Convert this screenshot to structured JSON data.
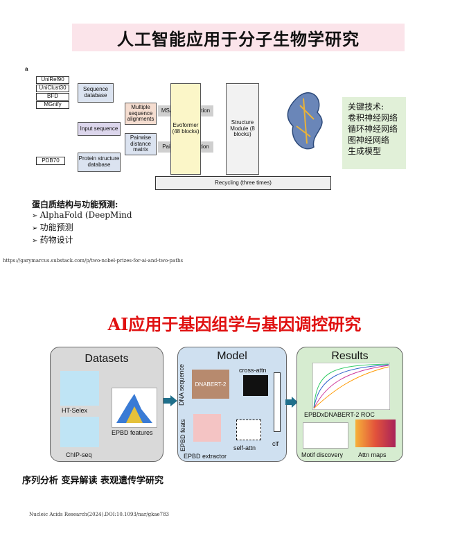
{
  "section1": {
    "title": "人工智能应用于分子生物学研究",
    "figure": {
      "label": "a",
      "databases": [
        "UniRef90",
        "UniClust30",
        "BFD",
        "MGnify"
      ],
      "pdb": "PDB70",
      "sequence_db": "Sequence database",
      "input_sequence": "Input sequence",
      "protein_db": "Protein structure database",
      "msa_box": "Multiple sequence alignments",
      "pairwise_box": "Pairwise distance matrix",
      "msa_rep": "MSA representation",
      "pair_rep": "Pair representation",
      "evoformer": "Evoformer (48 blocks)",
      "structure_module": "Structure Module (8 blocks)",
      "recycling": "Recycling (three times)"
    },
    "key_tech": [
      "关键技术:",
      "卷积神经网络",
      "循环神经网络",
      "图神经网络",
      "生成模型"
    ],
    "heading": "蛋白质结构与功能预测:",
    "bullets": [
      "AlphaFold (DeepMind",
      "功能预测",
      "药物设计"
    ],
    "source": "https://garymarcus.substack.com/p/two-nobel-prizes-for-ai-and-two-paths"
  },
  "section2": {
    "title": "AI应用于基因组学与基因调控研究",
    "datasets": {
      "title": "Datasets",
      "ht_selex": "HT-Selex",
      "chip_seq": "ChIP-seq",
      "epbd_features": "EPBD features"
    },
    "model": {
      "title": "Model",
      "dna_seq": "DNA sequence",
      "dnabert": "DNABERT-2",
      "cross_attn": "cross-attn",
      "self_attn": "self-attn",
      "epbd_feats": "EPBD feats",
      "epbd_extractor": "EPBD extractor",
      "clf": "clf"
    },
    "results": {
      "title": "Results",
      "roc": "EPBDxDNABERT-2 ROC",
      "motif": "Motif discovery",
      "attn": "Attn maps"
    },
    "footer_text": "序列分析  变异解读  表观遗传学研究",
    "source": "Nucleic Acids Research(2024).DOI:10.1093/nar/gkae783"
  }
}
